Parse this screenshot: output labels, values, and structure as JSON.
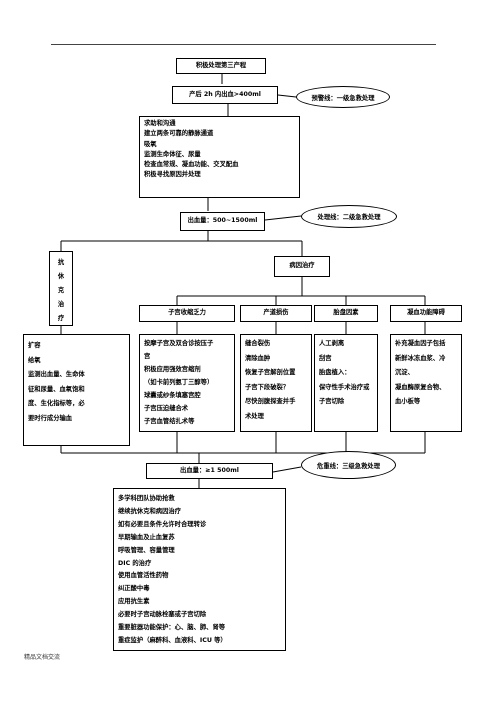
{
  "title": "积极处理第三产程",
  "pph_400": "产后 2h 内出血>400ml",
  "alert_warning": "预警线：一级急救处理",
  "initial_steps": [
    "求助和沟通",
    "建立两条可靠的静脉通道",
    "吸氧",
    "监测生命体征、尿量",
    "检查血常规、凝血功能、交叉配血",
    "积极寻找原因并处理"
  ],
  "pph_500_1500": "出血量：500~1500ml",
  "alert_treatment": "处理线：二级急救处理",
  "anti_shock": "抗休克治疗",
  "etiology_treatment": "病因治疗",
  "causes": {
    "uterine_atony": "子宫收缩乏力",
    "birth_trauma": "产道损伤",
    "placental": "胎盘因素",
    "coagulopathy": "凝血功能障碍"
  },
  "anti_shock_steps": [
    "扩容",
    "给氧",
    "监测出血量、生命体",
    "征和尿量、血氧饱和",
    "度、生化指标等，必",
    "要时行成分输血"
  ],
  "atony_steps": [
    "按摩子宫及双合诊按压子",
    "宫",
    "积极应用强效宫缩剂",
    "（如卡前列氨丁三醇等）",
    "球囊或纱条填塞宫腔",
    "子宫压迫缝合术",
    "子宫血管结扎术等"
  ],
  "trauma_steps": [
    "缝合裂伤",
    "清除血肿",
    "恢复子宫解剖位置",
    "子宫下段破裂？",
    "尽快剖腹探查并手",
    "术处理"
  ],
  "placental_steps": [
    "人工剥离",
    "刮宫",
    "胎盘植入：",
    "保守性手术治疗或",
    "子宫切除"
  ],
  "coagulopathy_steps": [
    "补充凝血因子包括",
    "新鲜冰冻血浆、冷",
    "沉淀、",
    "凝血酶原复合物、",
    "血小板等"
  ],
  "pph_1500": "出血量：≥1 500ml",
  "alert_danger": "危重线：三级急救处理",
  "critical_steps": [
    "多学科团队协助抢救",
    "继续抗休克和病因治疗",
    "如有必要且条件允许时合理转诊",
    "早期输血及止血复苏",
    "呼吸管理、容量管理",
    "DIC 的治疗",
    "使用血管活性药物",
    "纠正酸中毒",
    "应用抗生素",
    "必要时子宫动脉栓塞或子宫切除",
    "重要脏器功能保护：心、脑、肺、肾等",
    "重症监护（麻醉科、血液科、ICU 等）"
  ],
  "footer": "精品文档交流"
}
